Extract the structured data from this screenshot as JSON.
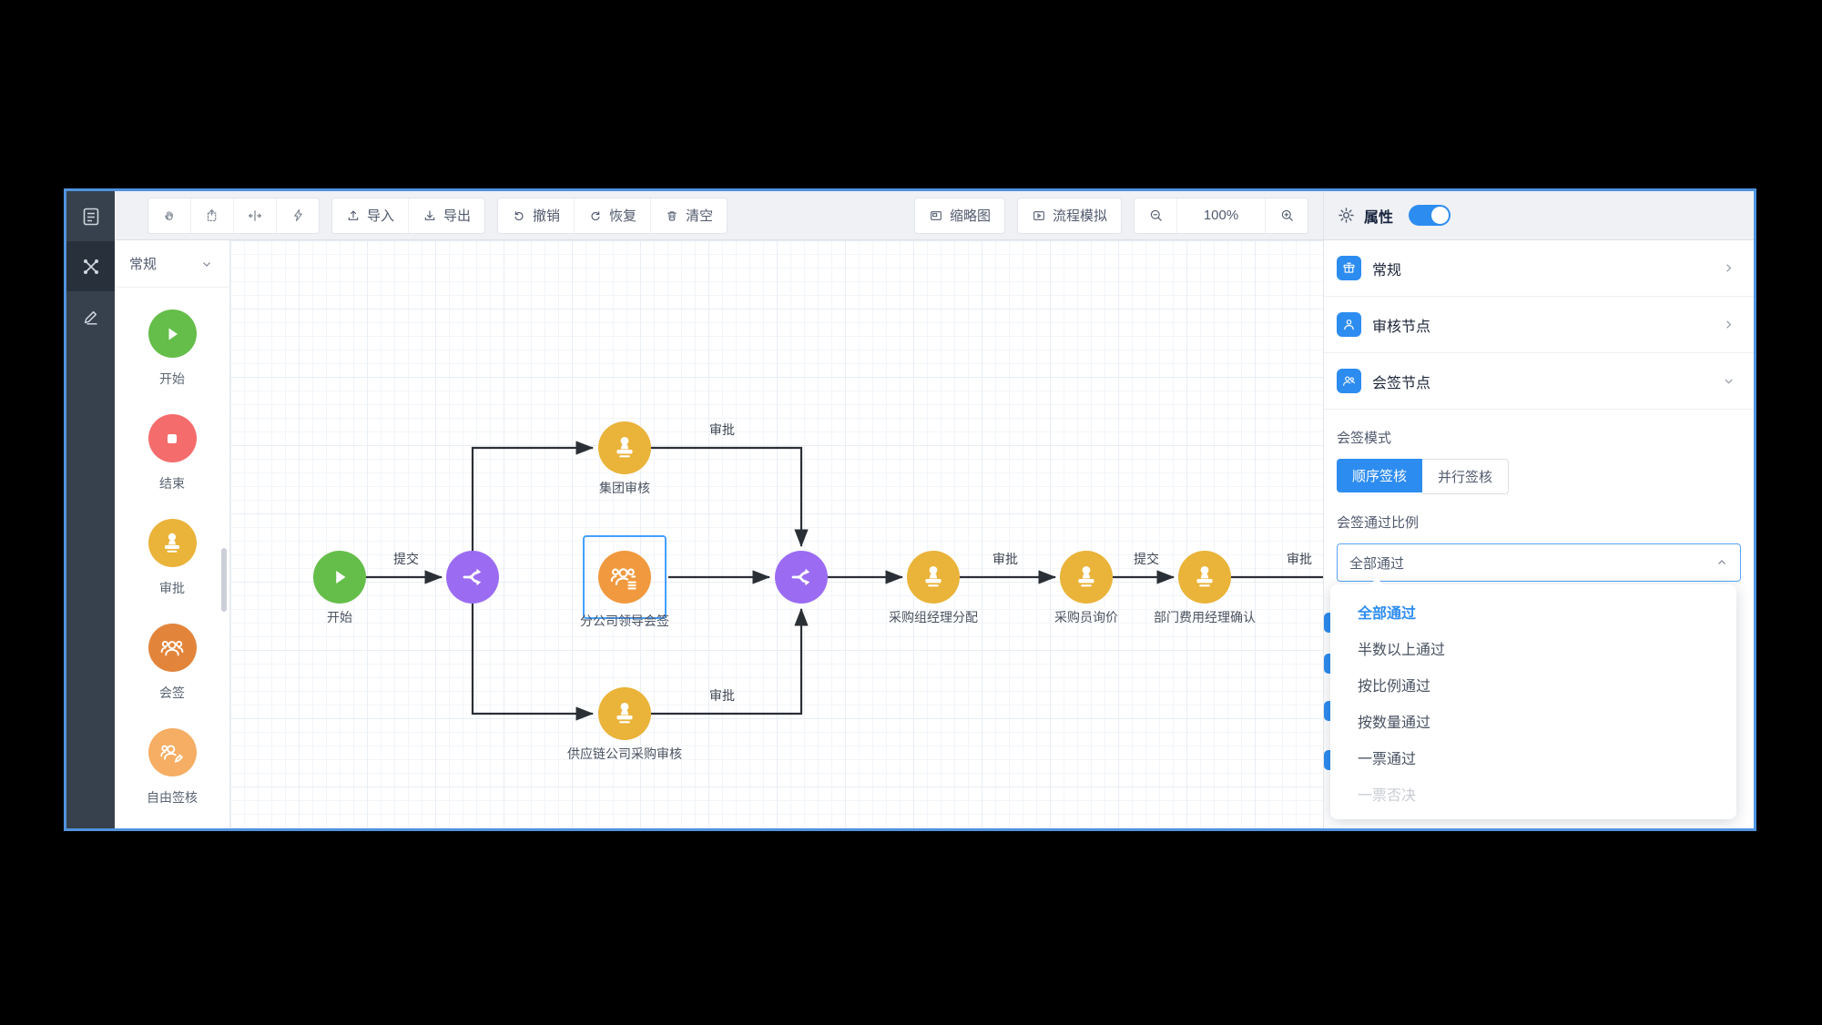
{
  "colors": {
    "accent": "#2d8cf0",
    "window_border": "#5093de",
    "start_green": "#64be49",
    "end_red": "#f56c6c",
    "approval_amber": "#eab339",
    "countersign_orange": "#e2853b",
    "free_sign_orange": "#f5ae63",
    "gateway_purple": "#9b6cf2",
    "selection_blue": "#44a0ff"
  },
  "rail": {
    "items": [
      {
        "icon": "document-icon"
      },
      {
        "icon": "flow-nodes-icon",
        "active": true
      },
      {
        "icon": "pencil-icon"
      }
    ]
  },
  "toolbar": {
    "tool_icons": [
      "pan-hand-icon",
      "marquee-select-icon",
      "fit-width-icon",
      "lightning-icon"
    ],
    "import_label": "导入",
    "export_label": "导出",
    "undo_label": "撤销",
    "redo_label": "恢复",
    "clear_label": "清空",
    "minimap_label": "缩略图",
    "simulate_label": "流程模拟",
    "zoom_value": "100%"
  },
  "palette": {
    "header": "常规",
    "items": [
      {
        "label": "开始"
      },
      {
        "label": "结束"
      },
      {
        "label": "审批"
      },
      {
        "label": "会签"
      },
      {
        "label": "自由签核"
      }
    ]
  },
  "canvas": {
    "nodes": [
      {
        "label": "开始",
        "type": "start"
      },
      {
        "label": "集团审核",
        "type": "approval"
      },
      {
        "label": "分公司领导会签",
        "type": "countersign",
        "selected": true
      },
      {
        "label": "供应链公司采购审核",
        "type": "approval"
      },
      {
        "label": "采购组经理分配",
        "type": "approval"
      },
      {
        "label": "采购员询价",
        "type": "approval"
      },
      {
        "label": "部门费用经理确认",
        "type": "approval"
      }
    ],
    "edge_labels": [
      "提交",
      "审批",
      "审批",
      "审批",
      "提交",
      "审批"
    ]
  },
  "panel": {
    "title": "属性",
    "toggle_on": true,
    "sections": [
      {
        "label": "常规",
        "icon": "box-icon"
      },
      {
        "label": "审核节点",
        "icon": "person-icon"
      },
      {
        "label": "会签节点",
        "icon": "people-icon",
        "expanded": true
      }
    ],
    "countersign_mode_label": "会签模式",
    "mode_options": [
      {
        "label": "顺序签核",
        "active": true
      },
      {
        "label": "并行签核",
        "active": false
      }
    ],
    "pass_ratio_label": "会签通过比例",
    "ratio_select_value": "全部通过",
    "ratio_options": [
      {
        "label": "全部通过",
        "selected": true
      },
      {
        "label": "半数以上通过"
      },
      {
        "label": "按比例通过"
      },
      {
        "label": "按数量通过"
      },
      {
        "label": "一票通过"
      },
      {
        "label": "一票否决",
        "disabled": true
      }
    ]
  }
}
